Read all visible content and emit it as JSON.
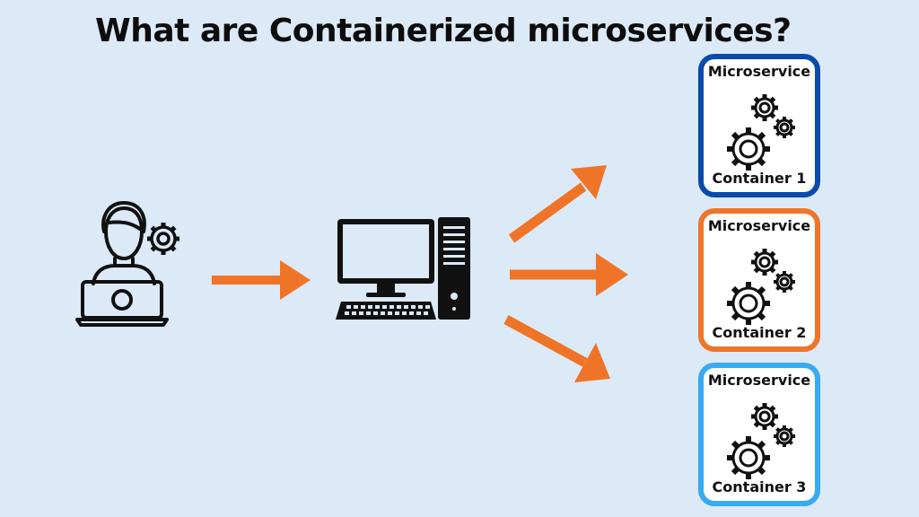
{
  "title": "What are Containerized microservices?",
  "colors": {
    "background": "#dce9f6",
    "arrow": "#f07427",
    "container_1": "#0a4bab",
    "container_2": "#f07427",
    "container_3": "#36aaf2"
  },
  "containers": [
    {
      "service_label": "Microservice",
      "container_label": "Container 1"
    },
    {
      "service_label": "Microservice",
      "container_label": "Container 2"
    },
    {
      "service_label": "Microservice",
      "container_label": "Container 3"
    }
  ],
  "icons": [
    "developer-laptop-icon",
    "settings-gear-icon",
    "desktop-computer-icon",
    "gears-icon"
  ]
}
